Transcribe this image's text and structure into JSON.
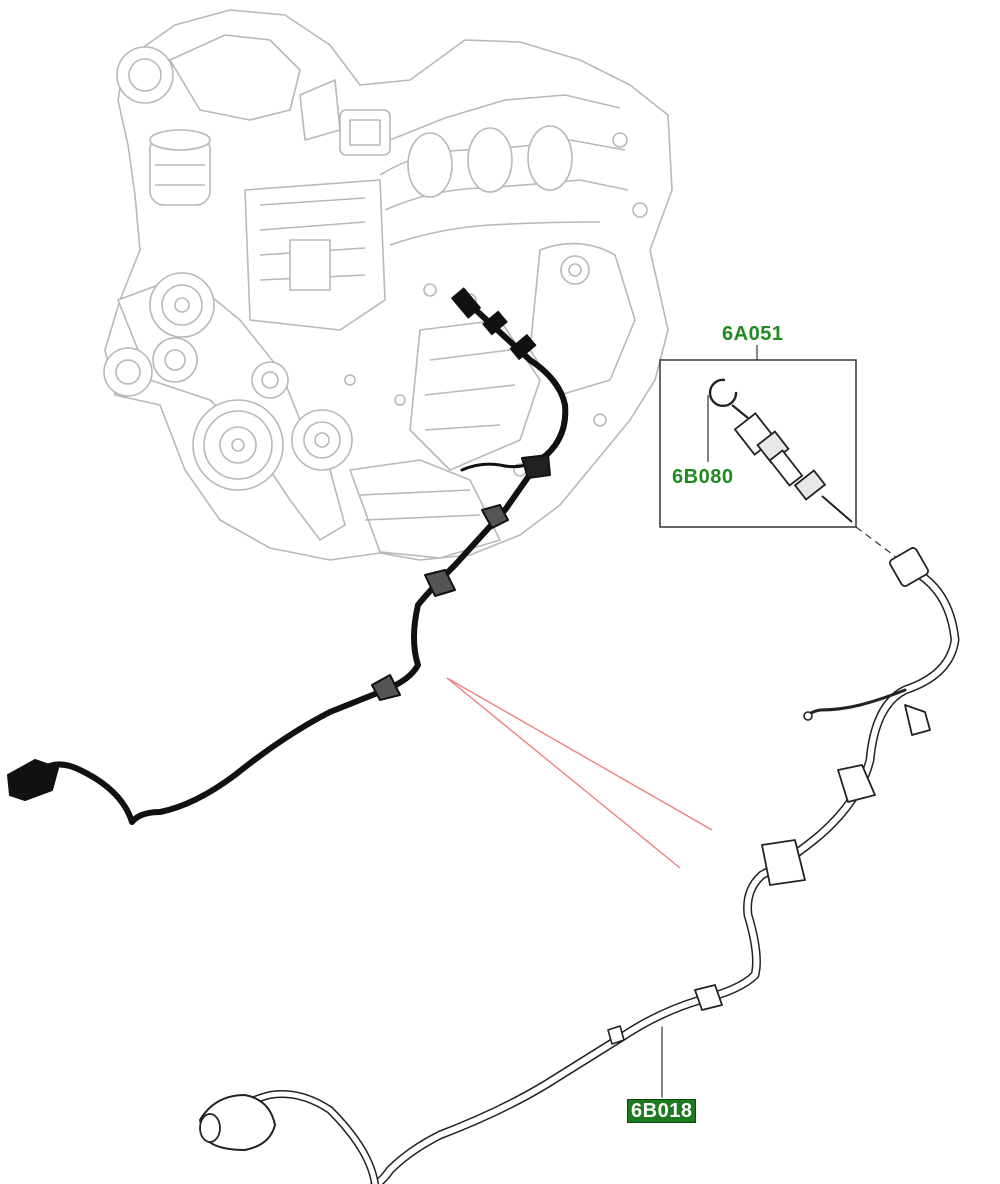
{
  "colors": {
    "callout_text": "#1f8a1f",
    "callout_highlight_bg": "#1e7a1e",
    "callout_highlight_text": "#ffffff",
    "engine_outline": "#b8b8b8",
    "harness_old": "#111111",
    "harness_new_outline": "#222222",
    "indicator_lines": "#f08080"
  },
  "callouts": {
    "connector_kit": "6A051",
    "retaining_clip": "6B080",
    "wiring_harness": "6B018"
  }
}
